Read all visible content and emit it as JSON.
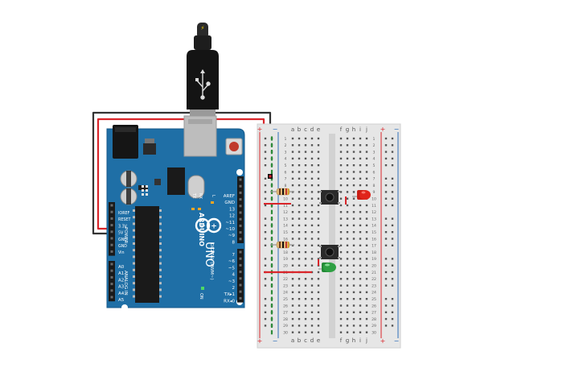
{
  "arduino": {
    "brand": "ARDUINO",
    "model": "UNO",
    "on_label": "ON",
    "tx_label": "TX",
    "rx_label": "RX",
    "l_label": "L",
    "power_header_label": "POWER",
    "analog_header_label": "ANALOG IN",
    "digital_header_label": "DIGITAL (PWM~)",
    "power_pins": [
      "IOREF",
      "RESET",
      "3.3V",
      "5V",
      "GND",
      "GND",
      "Vin"
    ],
    "analog_pins": [
      "A0",
      "A1",
      "A2",
      "A3",
      "A4",
      "A5"
    ],
    "digital_top_pins": [
      "AREF",
      "GND",
      "13",
      "12",
      "~11",
      "~10",
      "~9",
      "8"
    ],
    "digital_bottom_pins": [
      "7",
      "~6",
      "~5",
      "4",
      "~3",
      "2",
      "TX▸1",
      "RX◂0"
    ]
  },
  "usb": {
    "bolt": "⚡"
  },
  "breadboard": {
    "columns_left": [
      "a",
      "b",
      "c",
      "d",
      "e"
    ],
    "columns_right": [
      "f",
      "g",
      "h",
      "i",
      "j"
    ],
    "rows": [
      "1",
      "2",
      "3",
      "4",
      "5",
      "6",
      "7",
      "8",
      "9",
      "10",
      "11",
      "12",
      "13",
      "14",
      "15",
      "16",
      "17",
      "18",
      "19",
      "20",
      "21",
      "22",
      "23",
      "24",
      "25",
      "26",
      "27",
      "28",
      "29",
      "30"
    ],
    "plus": "+",
    "minus": "−"
  },
  "colors": {
    "board": "#1f6fa6",
    "board_edge": "#175a8a",
    "wire_red": "#d9252a",
    "wire_black": "#333333",
    "wire_green": "#2e8b3a",
    "led_red": "#e0241b",
    "led_green": "#2ea043",
    "breadboard": "#e6e6e6",
    "rail_red": "#d9252a",
    "rail_blue": "#2e6fb8"
  }
}
